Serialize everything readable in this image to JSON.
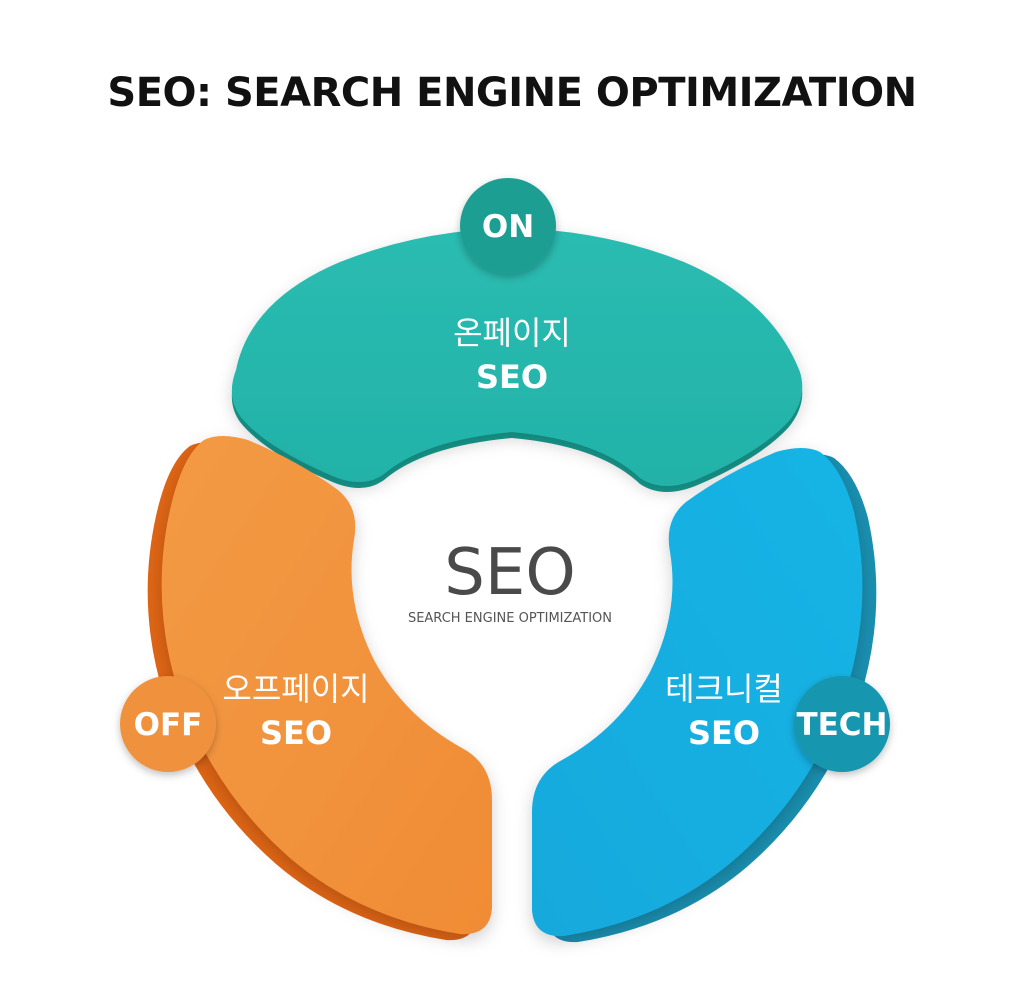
{
  "title": "SEO: SEARCH ENGINE OPTIMIZATION",
  "center": {
    "title": "SEO",
    "subtitle": "SEARCH ENGINE OPTIMIZATION"
  },
  "segments": {
    "on": {
      "badge": "ON",
      "label_ko": "온페이지",
      "label_en": "SEO",
      "color": "#25b5ab",
      "shadow_color": "#179b90",
      "badge_color": "#1f9e93"
    },
    "off": {
      "badge": "OFF",
      "label_ko": "오프페이지",
      "label_en": "SEO",
      "color": "#f2913a",
      "shadow_color": "#de6515",
      "badge_color": "#f0923c"
    },
    "tech": {
      "badge": "TECH",
      "label_ko": "테크니컬",
      "label_en": "SEO",
      "color": "#14aee0",
      "shadow_color": "#1a8fb0",
      "badge_color": "#1996af"
    }
  }
}
